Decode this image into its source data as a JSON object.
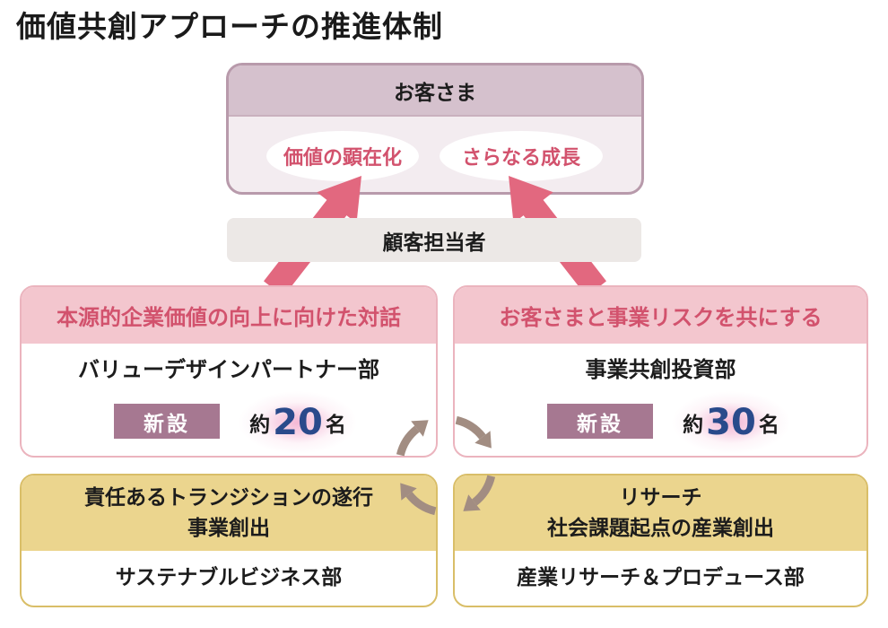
{
  "title": "価値共創アプローチの推進体制",
  "customer": {
    "label": "お客さま",
    "outcomes": [
      "価値の顕在化",
      "さらなる成長"
    ]
  },
  "account_manager": "顧客担当者",
  "departments": {
    "value_design_partner": {
      "theme": "本源的企業価値の向上に向けた対話",
      "name": "バリューデザインパートナー部",
      "badge": "新設",
      "headcount": {
        "prefix": "約",
        "value": 20,
        "unit": "名"
      }
    },
    "business_co_creation_investment": {
      "theme": "お客さまと事業リスクを共にする",
      "name": "事業共創投資部",
      "badge": "新設",
      "headcount": {
        "prefix": "約",
        "value": 30,
        "unit": "名"
      }
    },
    "sustainable_business": {
      "theme_lines": [
        "責任あるトランジションの遂行",
        "事業創出"
      ],
      "name": "サステナブルビジネス部"
    },
    "industry_research_produce": {
      "theme_lines": [
        "リサーチ",
        "社会課題起点の産業創出"
      ],
      "name": "産業リサーチ＆プロデュース部"
    }
  },
  "icons": {
    "support_arrows": "arrow-up-icon",
    "cycle_arrows": "cycle-arrow-icon"
  },
  "colors": {
    "customer_border": "#b89aab",
    "customer_header": "#d5c1cd",
    "customer_body": "#f3ecf0",
    "accent_pink": "#d2526d",
    "arrow_pink": "#e2687f",
    "theme_pink": "#f3c6ce",
    "badge": "#a67891",
    "headcount_blue": "#294a8b",
    "theme_gold": "#ebd58e",
    "cycle_arrow": "#a28d82",
    "account_manager": "#ece8e6"
  }
}
